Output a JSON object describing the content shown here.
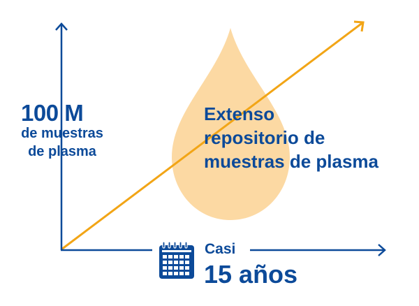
{
  "y_axis": {
    "value": "100 M",
    "label_line1": "de muestras",
    "label_line2": "de plasma"
  },
  "drop": {
    "line1": "Extenso",
    "line2": "repositorio de",
    "line3": "muestras de plasma"
  },
  "x_axis": {
    "prefix": "Casi",
    "value": "15 años"
  },
  "colors": {
    "blue": "#0c4a99",
    "orange": "#f2a516",
    "drop": "#fcd9a3"
  }
}
